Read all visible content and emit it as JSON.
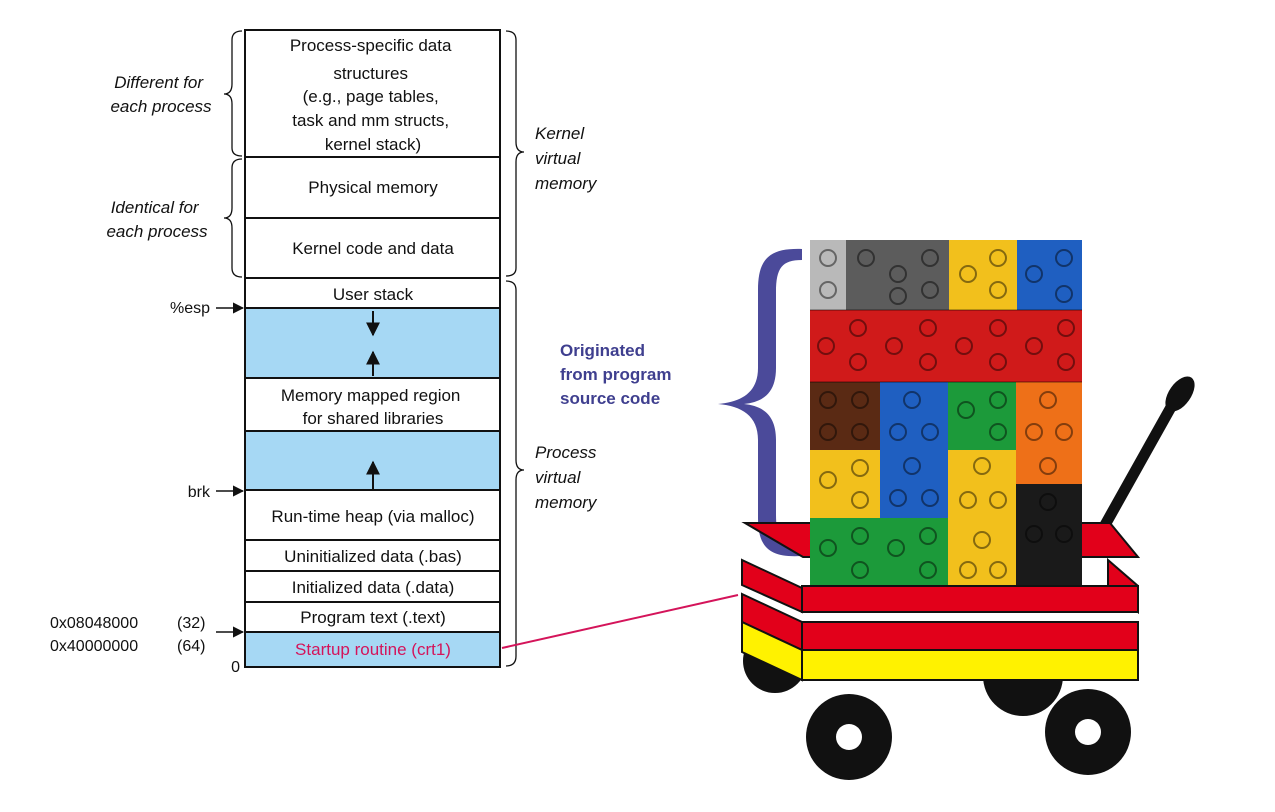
{
  "colors": {
    "free_region": "#a6d8f4",
    "startup_text": "#d4145a",
    "origin_text": "#3f3f8f",
    "brace_blue": "#4b4a9a",
    "wagon_red": "#e2001a",
    "wagon_yellow": "#fff200",
    "connector_line": "#d4145a"
  },
  "memory_segments": [
    {
      "id": "process-data",
      "lines": [
        "Process-specific data",
        "structures",
        "(e.g., page tables,",
        "task and mm structs,",
        "kernel stack)"
      ]
    },
    {
      "id": "physical-memory",
      "lines": [
        "Physical memory"
      ]
    },
    {
      "id": "kernel-code",
      "lines": [
        "Kernel code and data"
      ]
    },
    {
      "id": "user-stack",
      "lines": [
        "User stack"
      ]
    },
    {
      "id": "stack-growth",
      "lines": []
    },
    {
      "id": "mmap-region",
      "lines": [
        "Memory mapped region",
        "for shared libraries"
      ]
    },
    {
      "id": "heap-growth",
      "lines": []
    },
    {
      "id": "runtime-heap",
      "lines": [
        "Run-time heap (via malloc)"
      ]
    },
    {
      "id": "uninit-data",
      "lines": [
        "Uninitialized data (.bas)"
      ]
    },
    {
      "id": "init-data",
      "lines": [
        "Initialized data (.data)"
      ]
    },
    {
      "id": "program-text",
      "lines": [
        "Program text (.text)"
      ]
    },
    {
      "id": "startup-routine",
      "lines": [
        "Startup routine (crt1)"
      ]
    }
  ],
  "left_labels": {
    "different": [
      "Different for",
      "each process"
    ],
    "identical": [
      "Identical for",
      "each process"
    ]
  },
  "right_labels": {
    "kernel": [
      "Kernel",
      "virtual",
      "memory"
    ],
    "process": [
      "Process",
      "virtual",
      "memory"
    ]
  },
  "address_labels": {
    "esp": "%esp",
    "brk": "brk",
    "addr32": "0x08048000",
    "addr32_tag": "(32)",
    "addr64": "0x40000000",
    "addr64_tag": "(64)",
    "zero": "0"
  },
  "origin_label": [
    "Originated",
    "from program",
    "source code"
  ]
}
